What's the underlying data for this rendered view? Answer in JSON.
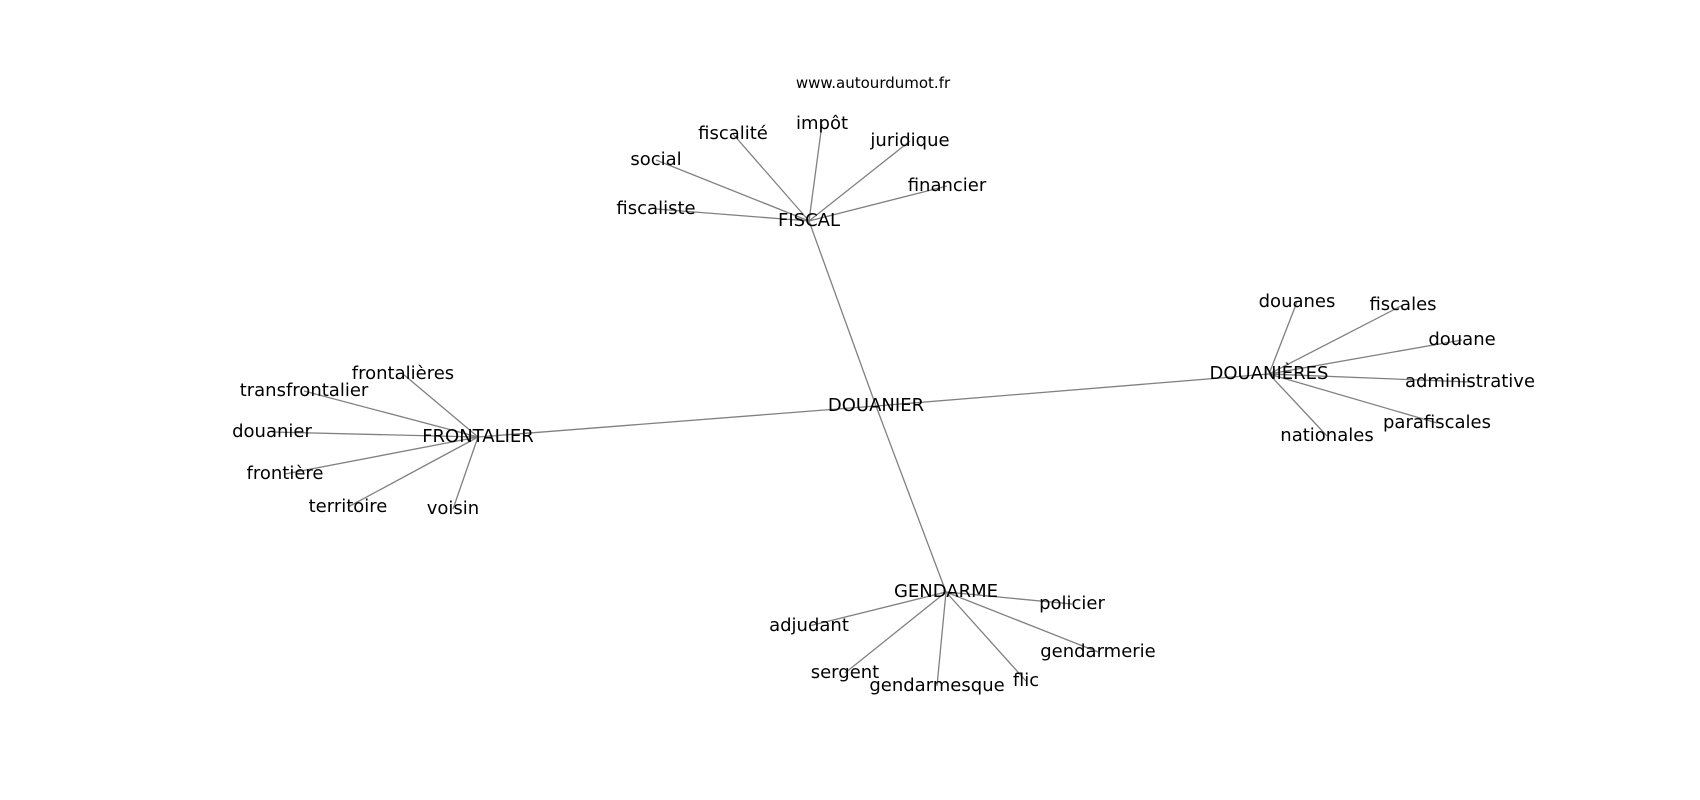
{
  "source": "www.autourdumot.fr",
  "colors": {
    "edge": "#808080",
    "text": "#000000",
    "background": "#ffffff"
  },
  "graph": {
    "center": "DOUANIER",
    "nodes": [
      "DOUANIER",
      "FISCAL",
      "fiscalité",
      "impôt",
      "juridique",
      "social",
      "financier",
      "fiscaliste",
      "DOUANIÈRES",
      "douanes",
      "fiscales",
      "douane",
      "administrative",
      "parafiscales",
      "nationales",
      "FRONTALIER",
      "frontalières",
      "transfrontalier",
      "douanier",
      "frontière",
      "territoire",
      "voisin",
      "GENDARME",
      "policier",
      "adjudant",
      "gendarmerie",
      "sergent",
      "gendarmesque",
      "flic"
    ],
    "edges": [
      [
        "DOUANIER",
        "FISCAL"
      ],
      [
        "DOUANIER",
        "DOUANIÈRES"
      ],
      [
        "DOUANIER",
        "FRONTALIER"
      ],
      [
        "DOUANIER",
        "GENDARME"
      ],
      [
        "FISCAL",
        "fiscalité"
      ],
      [
        "FISCAL",
        "impôt"
      ],
      [
        "FISCAL",
        "juridique"
      ],
      [
        "FISCAL",
        "social"
      ],
      [
        "FISCAL",
        "financier"
      ],
      [
        "FISCAL",
        "fiscaliste"
      ],
      [
        "DOUANIÈRES",
        "douanes"
      ],
      [
        "DOUANIÈRES",
        "fiscales"
      ],
      [
        "DOUANIÈRES",
        "douane"
      ],
      [
        "DOUANIÈRES",
        "administrative"
      ],
      [
        "DOUANIÈRES",
        "parafiscales"
      ],
      [
        "DOUANIÈRES",
        "nationales"
      ],
      [
        "FRONTALIER",
        "frontalières"
      ],
      [
        "FRONTALIER",
        "transfrontalier"
      ],
      [
        "FRONTALIER",
        "douanier"
      ],
      [
        "FRONTALIER",
        "frontière"
      ],
      [
        "FRONTALIER",
        "territoire"
      ],
      [
        "FRONTALIER",
        "voisin"
      ],
      [
        "GENDARME",
        "policier"
      ],
      [
        "GENDARME",
        "adjudant"
      ],
      [
        "GENDARME",
        "gendarmerie"
      ],
      [
        "GENDARME",
        "sergent"
      ],
      [
        "GENDARME",
        "gendarmesque"
      ],
      [
        "GENDARME",
        "flic"
      ]
    ]
  }
}
